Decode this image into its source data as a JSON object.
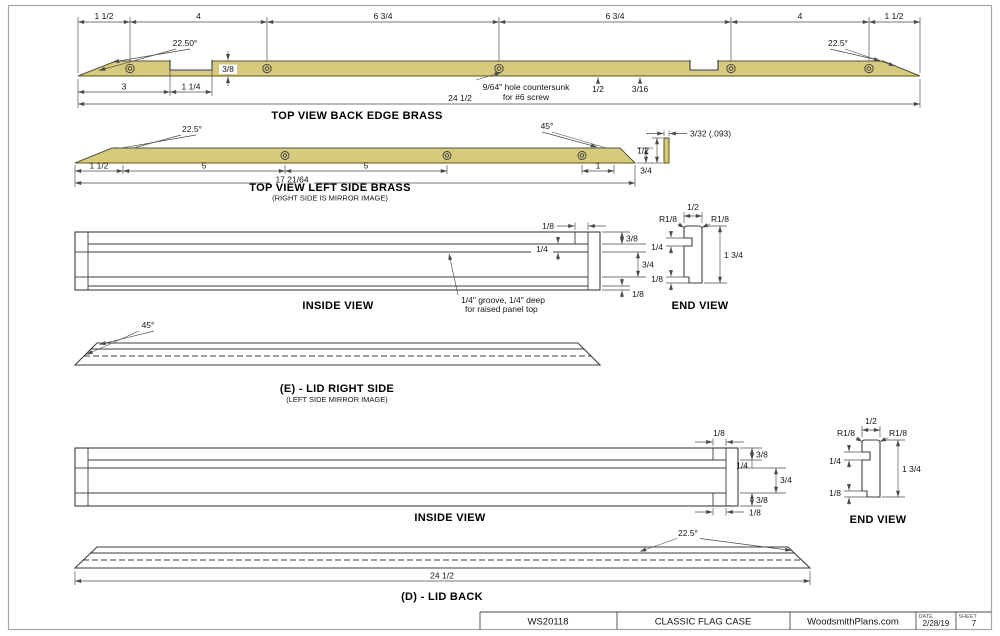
{
  "colors": {
    "brass": "#d6ca7c",
    "line": "#3d3d3d"
  },
  "back_edge_view": {
    "title": "TOP VIEW BACK EDGE BRASS",
    "segments": [
      "1 1/2",
      "4",
      "6 3/4",
      "6 3/4",
      "4",
      "1 1/2"
    ],
    "angle_left": "22.50°",
    "angle_right": "22.5°",
    "thickness": "3/8",
    "notch_offset": "3",
    "notch_width": "1 1/4",
    "overall": "24 1/2",
    "dim_half": "1/2",
    "dim_three_sixteenths": "3/16",
    "hole_note_1": "9/64\" hole countersunk",
    "hole_note_2": "for #6 screw"
  },
  "left_side_view": {
    "title": "TOP VIEW LEFT SIDE BRASS",
    "subtitle": "(RIGHT SIDE IS MIRROR IMAGE)",
    "angle_left": "22.5°",
    "angle_right": "45°",
    "segments": [
      "1 1/2",
      "5",
      "5",
      "1"
    ],
    "overall": "17 21/64",
    "end_width": "3/4"
  },
  "section_detail": {
    "thickness": "3/32 (.093)",
    "height": "1/2"
  },
  "lid_side": {
    "inside_title": "INSIDE VIEW",
    "end_title": "END VIEW",
    "outside_title": "(E) - LID RIGHT SIDE",
    "outside_subtitle": "(LEFT SIDE MIRROR IMAGE)",
    "bevel_angle": "45°",
    "dim_top_gap": "1/8",
    "dim_top_rail": "3/8",
    "dim_groove": "1/4",
    "dim_middle": "3/4",
    "dim_bottom_gap": "1/8",
    "groove_note_1": "1/4\" groove, 1/4\" deep",
    "groove_note_2": "for raised panel top",
    "end": {
      "width": "1/2",
      "r_left": "R1/8",
      "r_right": "R1/8",
      "height": "1 3/4",
      "groove": "1/4",
      "lip": "1/8"
    }
  },
  "lid_back": {
    "inside_title": "INSIDE VIEW",
    "end_title": "END VIEW",
    "outside_title": "(D) - LID BACK",
    "bevel_angle": "22.5°",
    "overall": "24 1/2",
    "dim_top_gap": "1/8",
    "dim_top_rail": "3/8",
    "dim_groove": "1/4",
    "dim_middle": "3/4",
    "dim_bottom_rail": "3/8",
    "dim_bottom_gap": "1/8",
    "end": {
      "width": "1/2",
      "r_left": "R1/8",
      "r_right": "R1/8",
      "height": "1 3/4",
      "groove": "1/4",
      "lip": "1/8"
    }
  },
  "title_block": {
    "plan_number": "WS20118",
    "plan_title": "CLASSIC FLAG CASE",
    "website": "WoodsmithPlans.com",
    "date_label": "DATE",
    "date": "2/28/19",
    "sheet_label": "SHEET",
    "sheet_number": "7"
  }
}
